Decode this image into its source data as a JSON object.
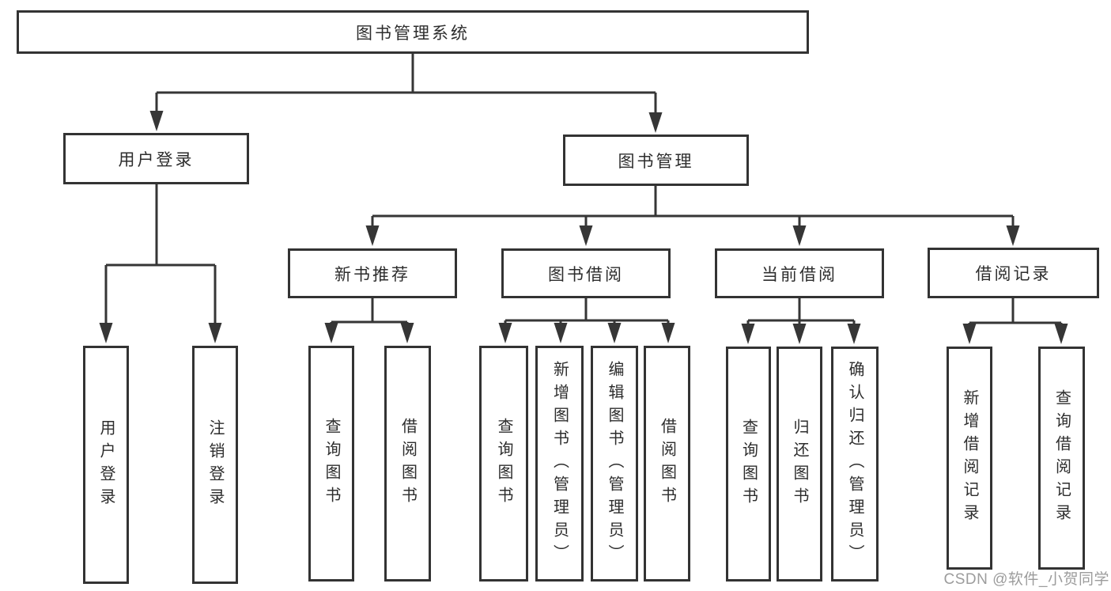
{
  "diagram": {
    "root": "图书管理系统",
    "branches": {
      "user_login": {
        "label": "用户登录",
        "children": [
          "用户登录",
          "注销登录"
        ]
      },
      "book_mgmt": {
        "label": "图书管理",
        "sections": {
          "new_book_rec": {
            "label": "新书推荐",
            "children": [
              "查询图书",
              "借阅图书"
            ]
          },
          "book_borrow": {
            "label": "图书借阅",
            "children": [
              "查询图书",
              "新增图书（管理员）",
              "编辑图书（管理员）",
              "借阅图书"
            ]
          },
          "current_borrow": {
            "label": "当前借阅",
            "children": [
              "查询图书",
              "归还图书",
              "确认归还（管理员）"
            ]
          },
          "borrow_records": {
            "label": "借阅记录",
            "children": [
              "新增借阅记录",
              "查询借阅记录"
            ]
          }
        }
      }
    }
  },
  "watermark": "CSDN @软件_小贺同学",
  "colors": {
    "line": "#363636",
    "box_border": "#333333",
    "text": "#2d2d2d",
    "watermark": "#9c9c9c",
    "background": "#ffffff"
  }
}
